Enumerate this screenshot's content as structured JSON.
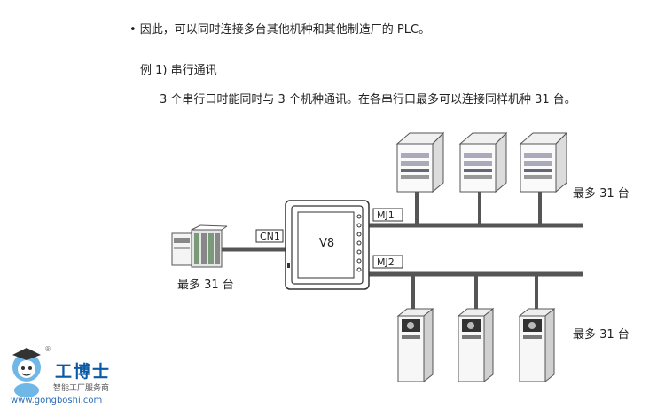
{
  "text": {
    "bullet": "• 因此，可以同时连接多台其他机种和其他制造厂的 PLC。",
    "example_title": "例 1) 串行通讯",
    "example_desc": "3 个串行口时能同时与 3 个机种通讯。在各串行口最多可以连接同样机种 31 台。"
  },
  "diagram": {
    "hmi_label": "V8",
    "port_cn1": "CN1",
    "port_mj1": "MJ1",
    "port_mj2": "MJ2",
    "plc_count": "最多 31 台",
    "controller_count": "最多 31 台",
    "inverter_count": "最多 31 台"
  },
  "watermark": {
    "name": "工博士",
    "tagline": "智能工厂服务商",
    "url": "www.gongboshi.com",
    "registered_mark": "®"
  },
  "colors": {
    "line": "#555555",
    "text": "#222222",
    "brand_blue": "#0c5aa6"
  }
}
